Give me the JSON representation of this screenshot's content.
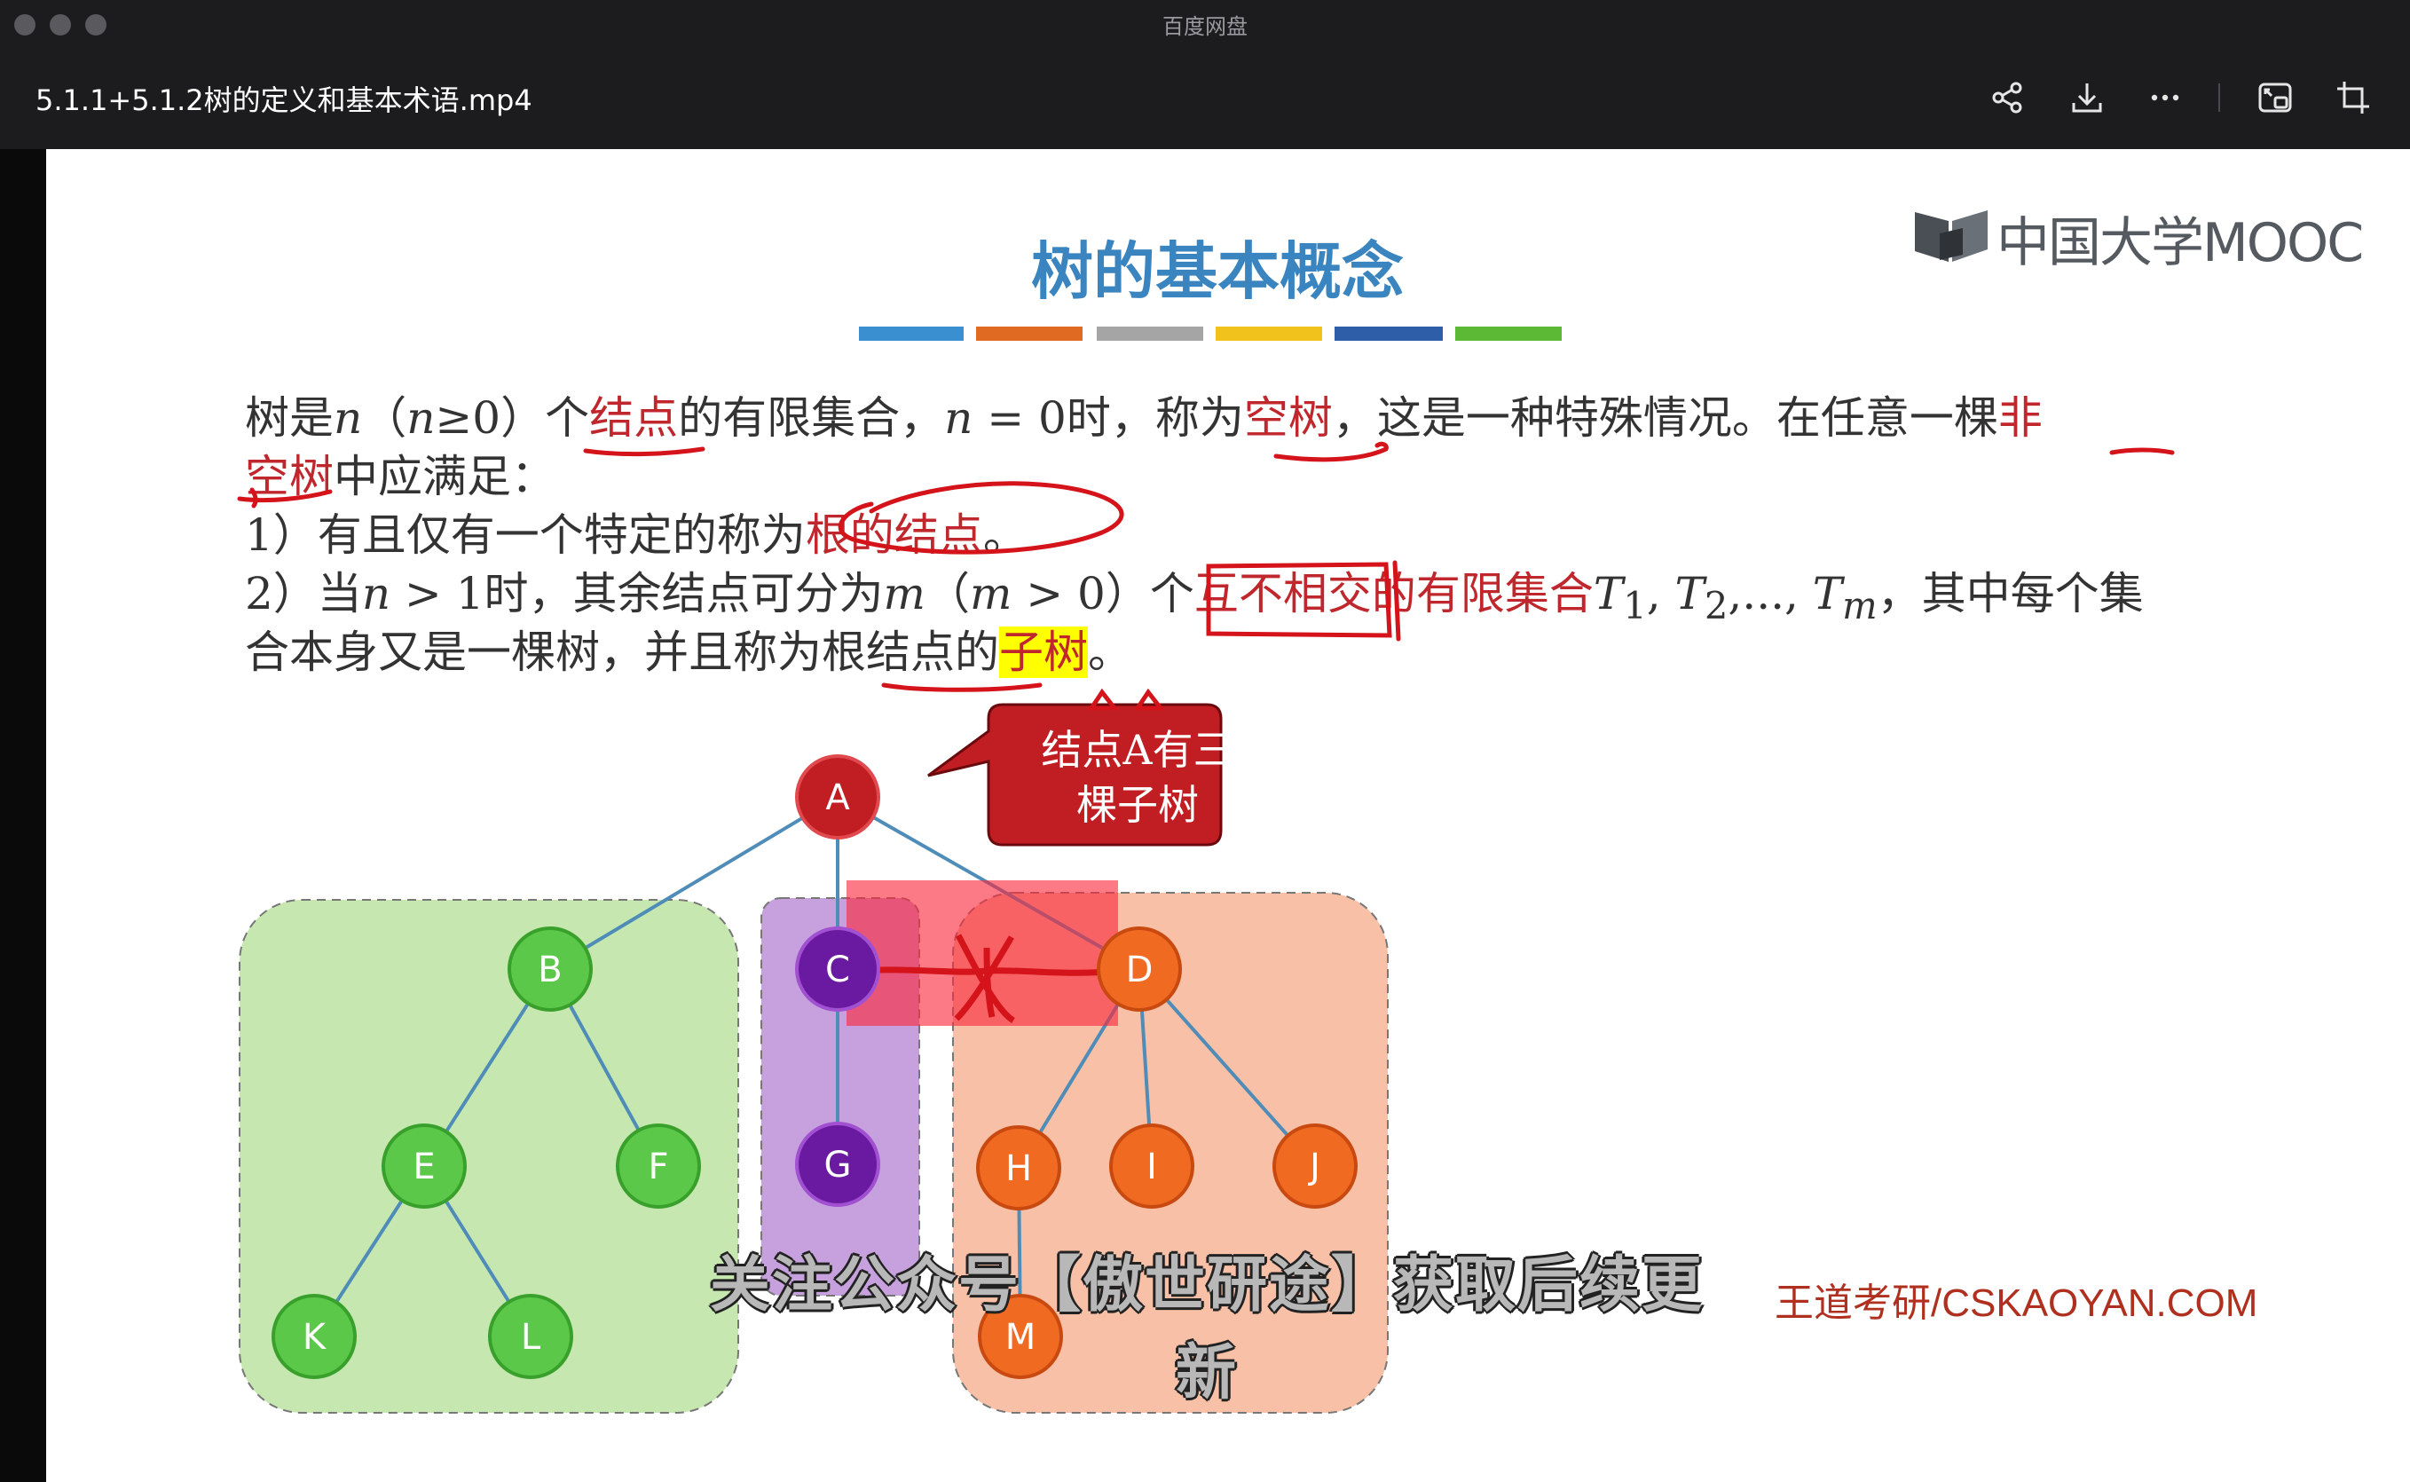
{
  "window": {
    "app_name": "百度网盘",
    "file_name": "5.1.1+5.1.2树的定义和基本术语.mp4"
  },
  "toolbar": {
    "share_icon": "share-icon",
    "download_icon": "download-icon",
    "more_icon": "more-icon",
    "pip_icon": "picture-in-picture-icon",
    "fullscreen_icon": "fullscreen-icon"
  },
  "slide": {
    "title": "树的基本概念",
    "logo_text": "中国大学MOOC",
    "title_rule_colors": [
      "#3a8fd1",
      "#e06a22",
      "#a5a5a5",
      "#f0c21b",
      "#2f5ea8",
      "#5cb935"
    ],
    "paragraph": {
      "l1_a": "树是",
      "l1_n": "n",
      "l1_b": "（",
      "l1_n2": "n",
      "l1_c": "≥0）个",
      "l1_node": "结点",
      "l1_d": "的有限集合，",
      "l1_n3": "n",
      "l1_e": " = 0时，称为",
      "l1_empty": "空树",
      "l1_f": "，这是一种特殊情况。在任意一棵",
      "l1_non": "非",
      "l2_empty": "空树",
      "l2_a": "中应满足：",
      "l3_a": "1）有且仅有一个特定的称为",
      "l3_root": "根的结点",
      "l3_b": "。",
      "l4_a": "2）当",
      "l4_n": "n",
      "l4_b": " > 1时，其余结点可分为",
      "l4_m": "m",
      "l4_c": "（",
      "l4_m2": "m",
      "l4_d": " > 0）个",
      "l4_disjoint": "互不相交的有限集合",
      "l4_t": "T",
      "l4_t1": "1",
      "l4_e": ", ",
      "l4_t_2": "T",
      "l4_t2": "2",
      "l4_f": ",..., ",
      "l4_t_m": "T",
      "l4_tm": "m",
      "l4_g": "，其中每个集",
      "l5_a": "合本身又是一棵树，并且称为根结点的",
      "l5_subtree": "子树",
      "l5_b": "。"
    },
    "callout": {
      "line1": "结点A有三",
      "line2": "棵子树"
    },
    "tree_nodes": [
      "A",
      "B",
      "C",
      "D",
      "E",
      "F",
      "G",
      "H",
      "I",
      "J",
      "K",
      "L",
      "M"
    ],
    "node_colors": {
      "root": "#c01e23",
      "green": "#5cc84a",
      "purple": "#6a1aa0",
      "orange": "#f06a22"
    }
  },
  "subtitle": "关注公众号【傲世研途】获取后续更新",
  "watermark": "王道考研/CSKAOYAN.COM"
}
